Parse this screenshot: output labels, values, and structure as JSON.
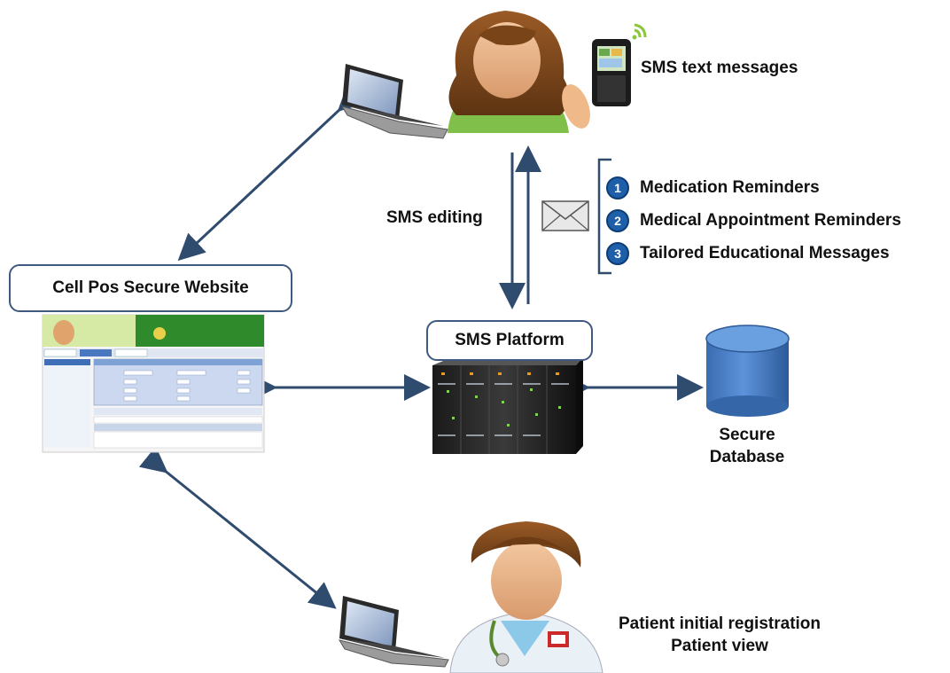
{
  "patient_messages_label": "SMS text messages",
  "sms_editing_label": "SMS editing",
  "message_types": [
    {
      "number": "1",
      "label": "Medication Reminders"
    },
    {
      "number": "2",
      "label": "Medical Appointment Reminders"
    },
    {
      "number": "3",
      "label": "Tailored Educational Messages"
    }
  ],
  "website_label": "Cell Pos Secure Website",
  "platform_label": "SMS Platform",
  "database_label_line1": "Secure",
  "database_label_line2": "Database",
  "provider_label_line1": "Patient initial registration",
  "provider_label_line2": "Patient view",
  "colors": {
    "arrow": "#2f4b6e",
    "badge": "#1d5fa8",
    "database": "#4d7fc4",
    "box_border": "#3e5a7e"
  }
}
